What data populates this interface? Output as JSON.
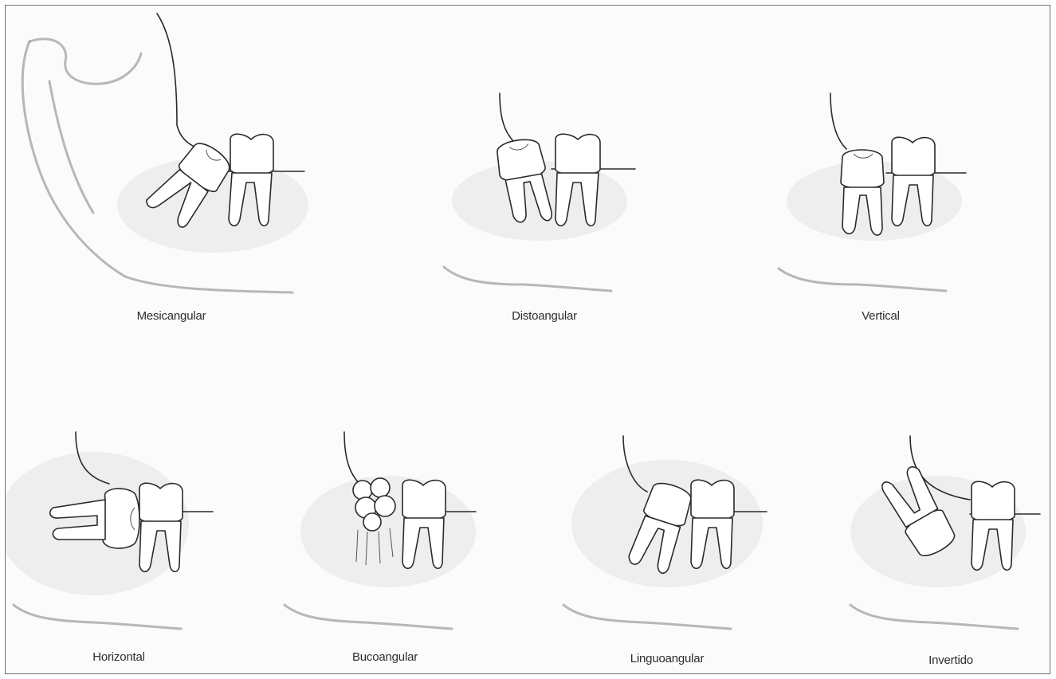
{
  "diagram": {
    "panels": [
      {
        "id": "mesioangular",
        "label": "Mesicangular"
      },
      {
        "id": "distoangular",
        "label": "Distoangular"
      },
      {
        "id": "vertical",
        "label": "Vertical"
      },
      {
        "id": "horizontal",
        "label": "Horizontal"
      },
      {
        "id": "bucoangular",
        "label": "Bucoangular"
      },
      {
        "id": "linguoangular",
        "label": "Linguoangular"
      },
      {
        "id": "invertido",
        "label": "Invertido"
      }
    ]
  }
}
